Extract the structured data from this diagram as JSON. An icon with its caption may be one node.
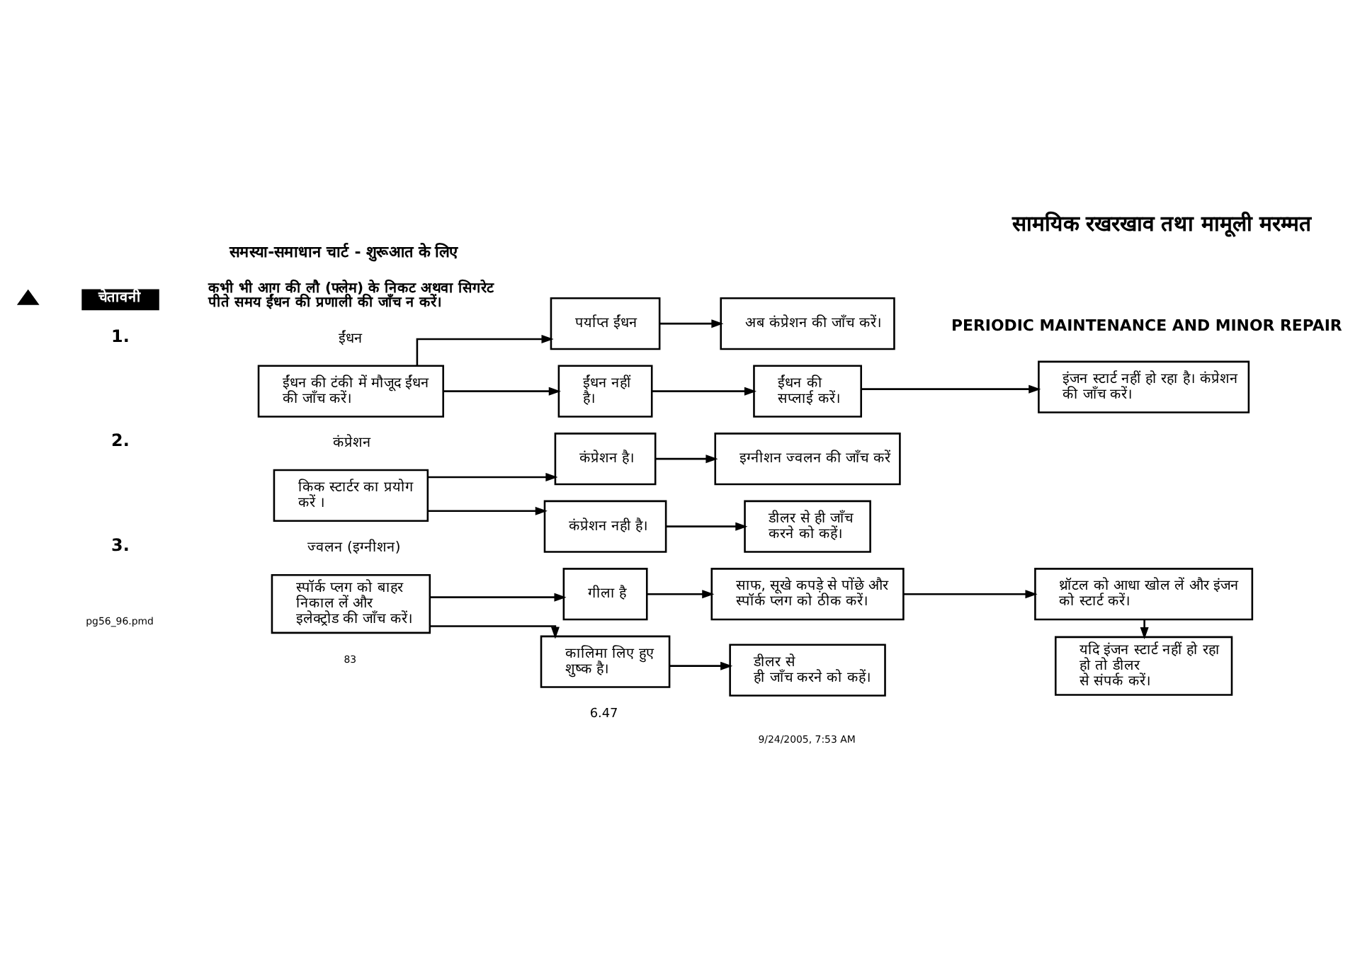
{
  "diagram": {
    "title": "सामयिक रखरखाव तथा मामूली मरम्मत",
    "nodes": [
      {
        "text": [
          "ईंधन की टंकी में मौजूद ईंधन की जाँच करें।"
        ]
      },
      {
        "text": [
          "पर्याप्त ईंधन"
        ]
      },
      {
        "text": [
          "अब कंप्रेशन की जाँच करें।"
        ]
      },
      {
        "text": [
          "ईंधन नहीं है।"
        ]
      },
      {
        "text": [
          "ईंधन की सप्लाई करें।"
        ]
      },
      {
        "text": [
          "इंजन स्टार्ट नहीं हो रहा है। कंप्रेशन की जाँच करें।"
        ]
      },
      {
        "text": [
          "किक स्टार्टर का प्रयोग करें ।"
        ]
      },
      {
        "text": [
          "कंप्रेशन है।"
        ]
      },
      {
        "text": [
          "इग्नीशन ज्वलन की जाँच करें"
        ]
      },
      {
        "text": [
          "कंप्रेशन नही है।"
        ]
      },
      {
        "text": [
          "डीलर से ही जाँच करने को कहें।"
        ]
      },
      {
        "text": [
          "स्पॉर्क प्लग को बाहर निकाल लें और इलेक्ट्रोड की जाँच करें।"
        ]
      },
      {
        "text": [
          "गीला है"
        ]
      },
      {
        "text": [
          "साफ, सूखे कपड़े से पोंछे और स्पॉर्क प्लग को ठीक करें।"
        ]
      },
      {
        "text": [
          "थ्रॉटल को आधा खोल लें और इंजन को स्टार्ट करें।"
        ]
      },
      {
        "text": [
          "यदि इंजन स्टार्ट नहीं हो रहा हो तो डीलर से संपर्क करें।"
        ]
      },
      {
        "text": [
          "कालिमा लिए हुए शुष्क है।"
        ]
      },
      {
        "text": [
          "डीलर से ही जाँच करने को कहें।"
        ]
      }
    ],
    "edges": [
      {
        "from": 0,
        "to": 1,
        "arrow": "to"
      },
      {
        "from": 0,
        "to": 3,
        "arrow": "to"
      },
      {
        "from": 1,
        "to": 2,
        "arrow": "to"
      },
      {
        "from": 3,
        "to": 4,
        "arrow": "to"
      },
      {
        "from": 4,
        "to": 5,
        "arrow": "to"
      },
      {
        "from": 6,
        "to": 7,
        "arrow": "to"
      },
      {
        "from": 6,
        "to": 9,
        "arrow": "to"
      },
      {
        "from": 7,
        "to": 8,
        "arrow": "to"
      },
      {
        "from": 9,
        "to": 10,
        "arrow": "to"
      },
      {
        "from": 11,
        "to": 12,
        "arrow": "to"
      },
      {
        "from": 11,
        "to": 16,
        "arrow": "to"
      },
      {
        "from": 12,
        "to": 13,
        "arrow": "to"
      },
      {
        "from": 13,
        "to": 14,
        "arrow": "to"
      },
      {
        "from": 14,
        "to": 15,
        "arrow": "to"
      },
      {
        "from": 16,
        "to": 17,
        "arrow": "to"
      }
    ],
    "labels": [
      "PERIODIC MAINTENANCE AND MINOR REPAIR",
      "समस्या-समाधान चार्ट - शुरूआत के लिए",
      "चेतावनी",
      "कभी भी आग की लौ (फ्लेम) के निकट अथवा सिगरेट पीते समय ईंधन की प्रणाली की जाँच न करें।",
      "1.",
      "ईंधन",
      "2.",
      "कंप्रेशन",
      "3.",
      "ज्वलन (इग्नीशन)",
      "6.47",
      "pg56_96.pmd",
      "83",
      "9/24/2005, 7:53 AM"
    ]
  }
}
